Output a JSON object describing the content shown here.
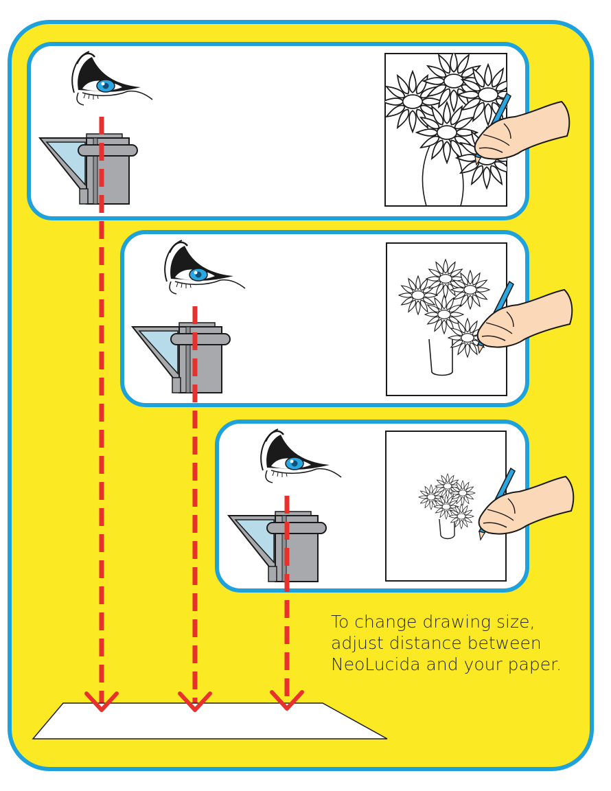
{
  "caption": {
    "line1": "To change drawing size,",
    "line2": "adjust distance between",
    "line3": "NeoLucida and your paper."
  },
  "colors": {
    "background": "#fbe924",
    "panel_border": "#1fa2dc",
    "panel_fill": "#ffffff",
    "beam": "#e8302c",
    "prism_glass": "#b7dbe8",
    "device_body": "#a7a9ac",
    "eye_iris": "#2aa7e0",
    "pencil": "#2aa7e0",
    "skin": "#fbd8b8",
    "line": "#1a1a1a"
  },
  "panels": [
    {
      "id": "panel-large",
      "drawing_scale": "large",
      "icon": "eye-icon"
    },
    {
      "id": "panel-medium",
      "drawing_scale": "medium",
      "icon": "eye-icon"
    },
    {
      "id": "panel-small",
      "drawing_scale": "small",
      "icon": "eye-icon"
    }
  ]
}
